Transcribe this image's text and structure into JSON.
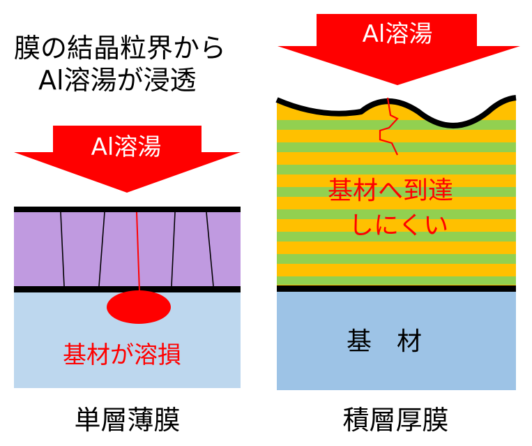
{
  "left": {
    "note_line1": "膜の結晶粒界から",
    "note_line2": "Al溶湯が浸透",
    "arrow_label": "Al溶湯",
    "result_label": "基材が溶損",
    "caption": "単層薄膜"
  },
  "right": {
    "arrow_label": "Al溶湯",
    "result_line1": "基材へ到達",
    "result_line2": "しにくい",
    "substrate_label": "基　材",
    "caption": "積層厚膜"
  },
  "colors": {
    "arrow": "#ff0000",
    "film": "#c09ae0",
    "substrate_left": "#bdd7ee",
    "substrate_right": "#9dc3e6",
    "layer_orange": "#ffc000",
    "layer_green": "#92d050",
    "line": "#000000",
    "accent_red": "#ff0000"
  }
}
